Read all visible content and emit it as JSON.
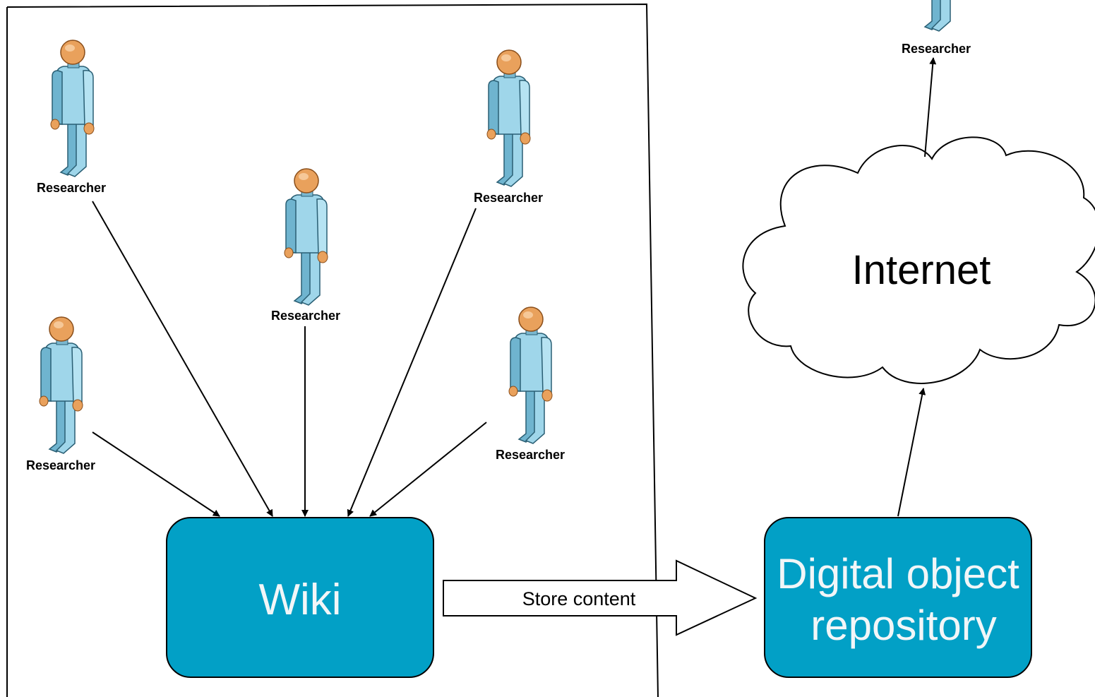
{
  "researcher_label": "Researcher",
  "wiki": {
    "label": "Wiki"
  },
  "repository": {
    "line1": "Digital object",
    "line2": "repository"
  },
  "internet": {
    "label": "Internet"
  },
  "store_arrow": {
    "label": "Store content"
  },
  "colors": {
    "box_fill": "#02a0c6",
    "box_text": "#f2f6f8",
    "person_body": "#8ec9df",
    "person_skin": "#e9a15c",
    "stroke": "#000000"
  },
  "icons": [
    "person-icon",
    "cloud-icon"
  ]
}
